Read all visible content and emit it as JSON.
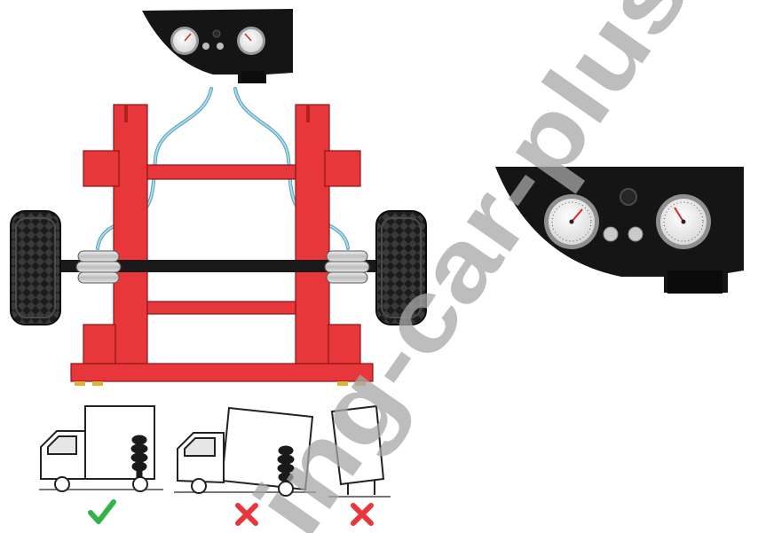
{
  "watermark": {
    "text": "ing-car-plus",
    "color_dark": "#a7a7a7",
    "color_light": "#f0a9c8"
  },
  "colors": {
    "frame_red": "#e8373a",
    "frame_outline": "#8a1416",
    "hose_blue": "#7fc0d8",
    "panel_black": "#151515",
    "tire_dark": "#1c1c1c",
    "check_green": "#33b44a",
    "cross_red": "#e8373a",
    "ground": "#777777"
  },
  "icons": {
    "correct": "check-icon",
    "wrong": "cross-icon"
  },
  "scenes": [
    {
      "name": "level-truck",
      "verdict": "correct"
    },
    {
      "name": "rear-squat-truck",
      "verdict": "wrong"
    },
    {
      "name": "tilted-box",
      "verdict": "wrong"
    }
  ]
}
